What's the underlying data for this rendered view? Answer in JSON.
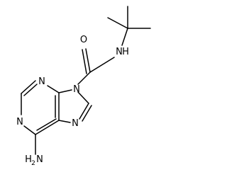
{
  "atoms": {
    "o_carbonyl": "O",
    "nh_amide_n": "N",
    "nh_amide_h": "H",
    "n9": "N",
    "n3": "N",
    "n1": "N",
    "n7": "N",
    "nh2_h": "H",
    "nh2_n": "N",
    "nh2_sub": "2"
  },
  "colors": {
    "bond": "#000000",
    "label": "#000000",
    "background": "#ffffff"
  }
}
